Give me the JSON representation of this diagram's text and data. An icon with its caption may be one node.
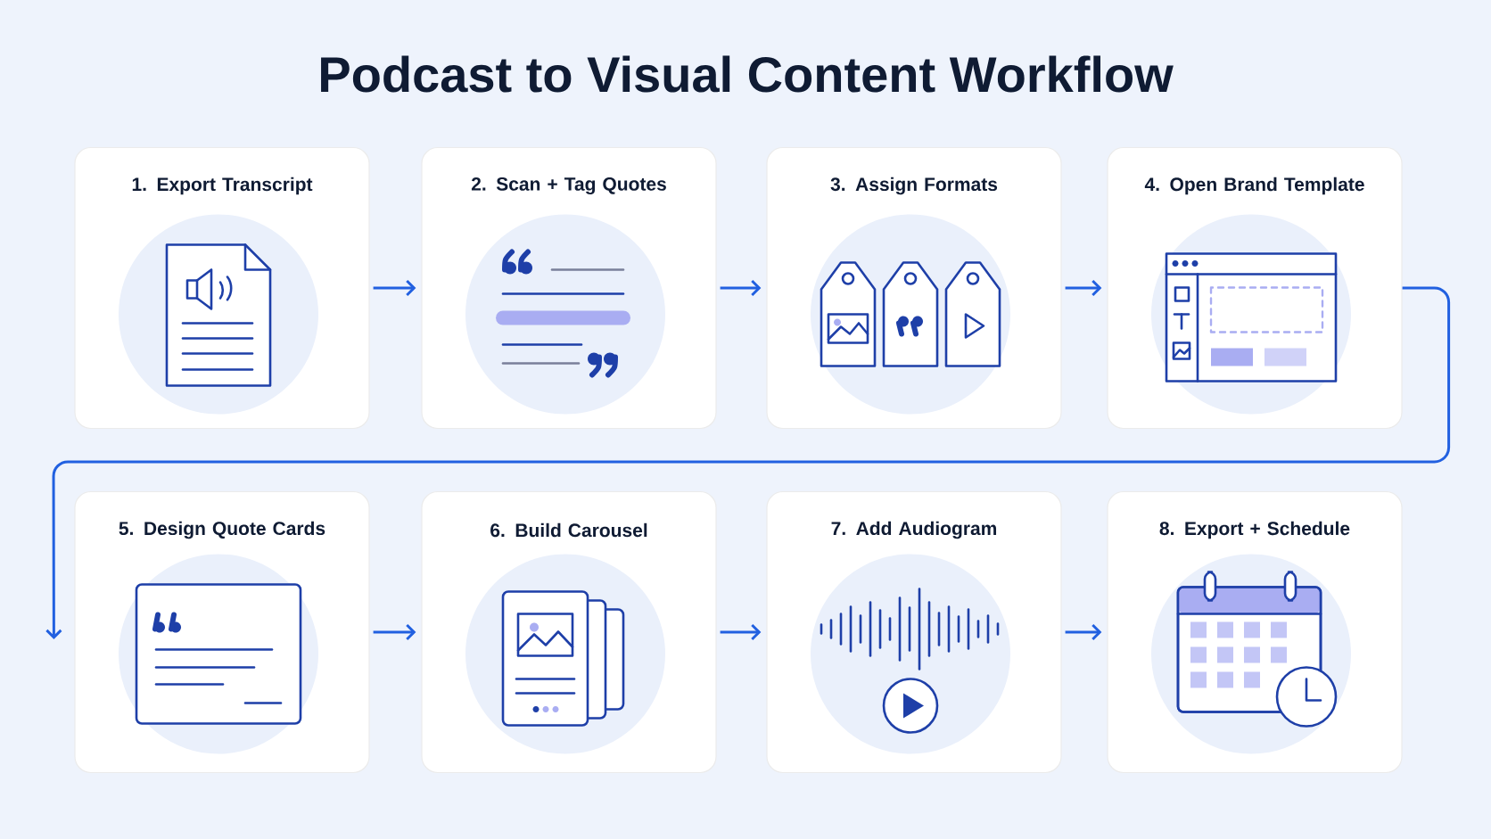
{
  "diagram": {
    "title": "Podcast to Visual Content Workflow",
    "nodes": [
      {
        "text": [
          "1. Export Transcript"
        ]
      },
      {
        "text": [
          "2. Scan + Tag Quotes"
        ]
      },
      {
        "text": [
          "3. Assign Formats"
        ]
      },
      {
        "text": [
          "4. Open Brand Template"
        ]
      },
      {
        "text": [
          "5. Design Quote Cards"
        ]
      },
      {
        "text": [
          "6. Build Carousel"
        ]
      },
      {
        "text": [
          "7. Add Audiogram"
        ]
      },
      {
        "text": [
          "8. Export + Schedule"
        ]
      }
    ],
    "edges": [
      {
        "from": 0,
        "to": 1,
        "arrow": "to"
      },
      {
        "from": 1,
        "to": 2,
        "arrow": "to"
      },
      {
        "from": 2,
        "to": 3,
        "arrow": "to"
      },
      {
        "from": 3,
        "to": 4,
        "arrow": "to"
      },
      {
        "from": 4,
        "to": 5,
        "arrow": "to"
      },
      {
        "from": 5,
        "to": 6,
        "arrow": "to"
      },
      {
        "from": 6,
        "to": 7,
        "arrow": "to"
      }
    ]
  }
}
